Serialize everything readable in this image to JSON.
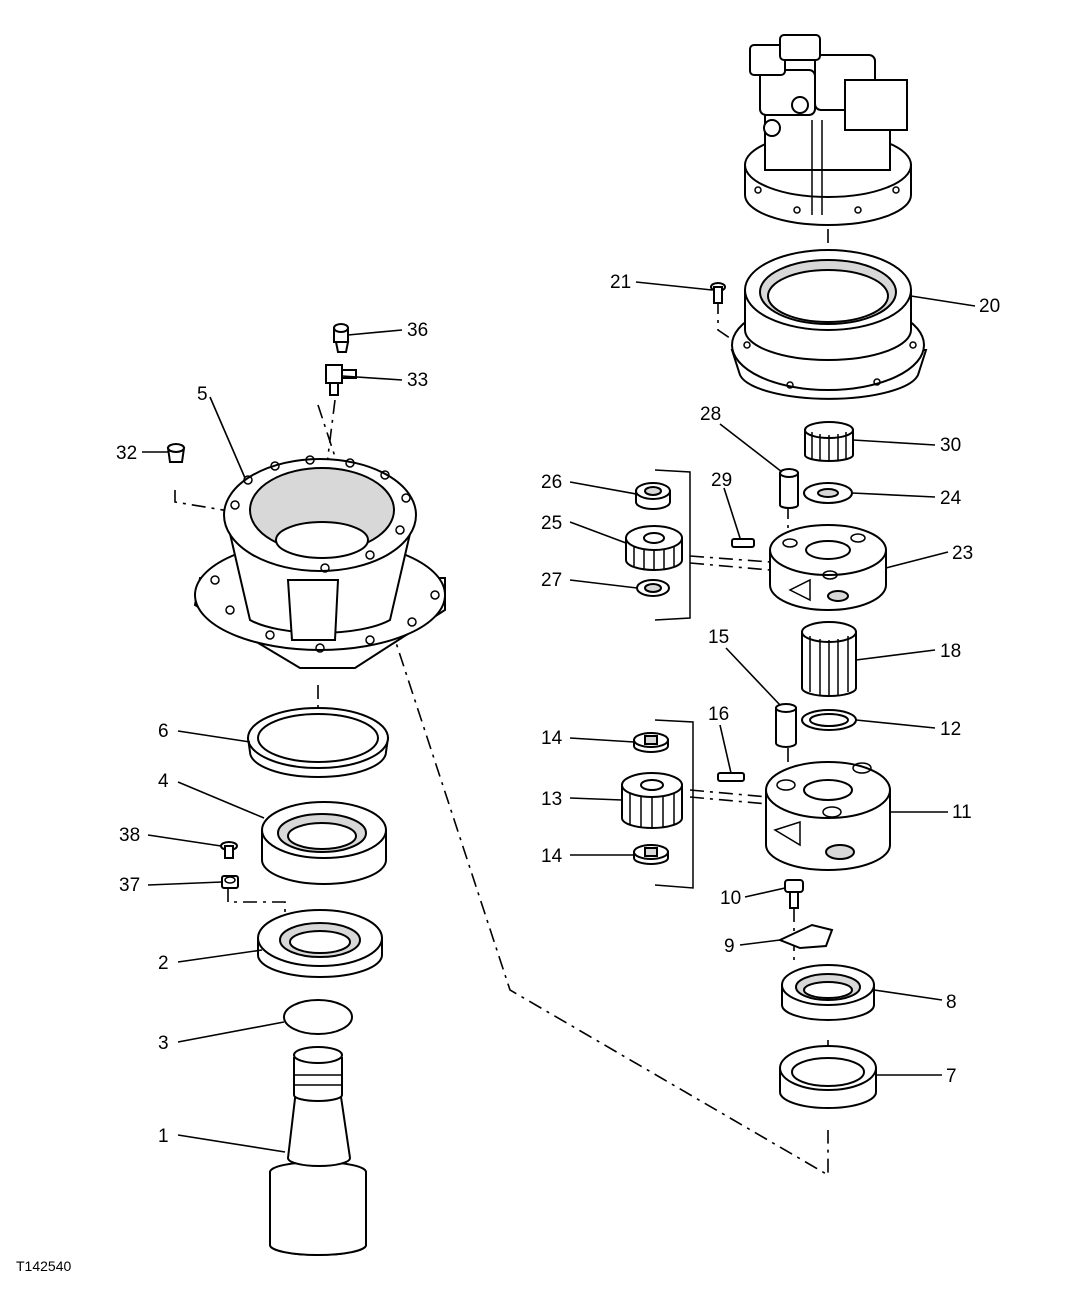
{
  "figure_id": "T142540",
  "callouts": {
    "c1": "1",
    "c2": "2",
    "c3": "3",
    "c4": "4",
    "c5": "5",
    "c6": "6",
    "c7": "7",
    "c8": "8",
    "c9": "9",
    "c10": "10",
    "c11": "11",
    "c12": "12",
    "c13": "13",
    "c14a": "14",
    "c14b": "14",
    "c15": "15",
    "c16": "16",
    "c18": "18",
    "c20": "20",
    "c21": "21",
    "c23": "23",
    "c24": "24",
    "c25": "25",
    "c26": "26",
    "c27": "27",
    "c28": "28",
    "c29": "29",
    "c30": "30",
    "c32": "32",
    "c33": "33",
    "c36": "36",
    "c37": "37",
    "c38": "38"
  }
}
